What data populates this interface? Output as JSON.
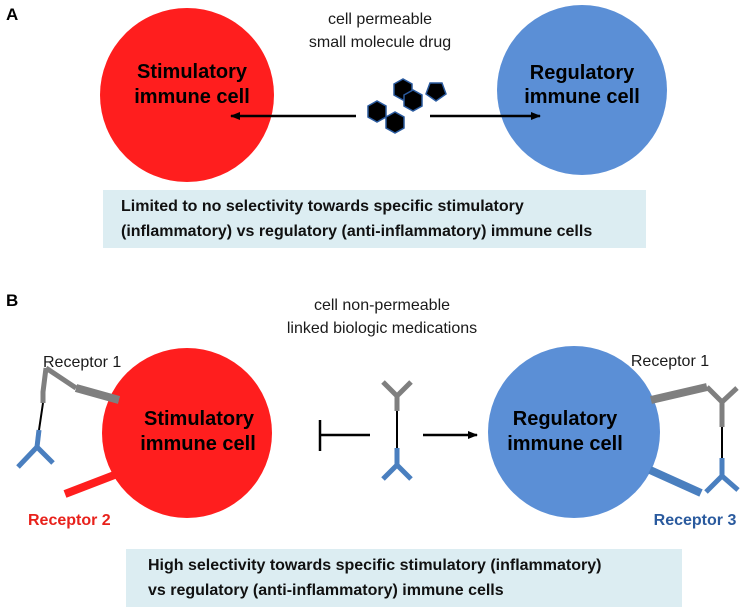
{
  "panel_a": {
    "letter": "A",
    "drug_caption": [
      "cell permeable",
      "small molecule drug"
    ],
    "left_cell": {
      "line1": "Stimulatory",
      "line2": "immune cell",
      "color": "#ff1e1e"
    },
    "right_cell": {
      "line1": "Regulatory",
      "line2": "immune cell",
      "color": "#5b8fd6"
    },
    "summary": [
      "Limited to no selectivity towards specific stimulatory",
      "(inflammatory) vs regulatory (anti-inflammatory)  immune cells"
    ]
  },
  "panel_b": {
    "letter": "B",
    "drug_caption": [
      "cell non-permeable",
      "linked biologic medications"
    ],
    "left_cell": {
      "line1": "Stimulatory",
      "line2": "immune cell"
    },
    "right_cell": {
      "line1": "Regulatory",
      "line2": "immune cell"
    },
    "labels": {
      "left_receptor_1": "Receptor 1",
      "receptor_2": "Receptor 2",
      "right_receptor_1": "Receptor 1",
      "receptor_3": "Receptor 3"
    },
    "summary": [
      "High selectivity towards specific stimulatory (inflammatory)",
      "vs regulatory (anti-inflammatory)  immune cells"
    ]
  },
  "colors": {
    "stimulatory_red": "#ff1e1e",
    "regulatory_blue": "#5b8fd6",
    "receptor_gray": "#7f7f7f",
    "receptor_blue": "#4a7fbf",
    "summary_box": "#dcedf2"
  }
}
